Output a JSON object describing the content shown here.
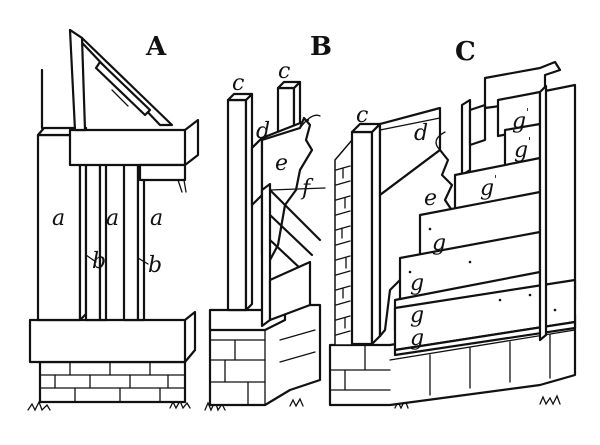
{
  "panels": {
    "a": {
      "title": "A",
      "labels": {
        "a1": "a",
        "a2": "a",
        "a3": "a",
        "b1": "b",
        "b2": "b"
      }
    },
    "b": {
      "title": "B",
      "labels": {
        "c1": "c",
        "c2": "c",
        "d": "d",
        "e": "e",
        "f": "f"
      }
    },
    "c": {
      "title": "C",
      "labels": {
        "c": "c",
        "d": "d",
        "e": "e",
        "g1": "g",
        "g2": "g",
        "g3": "g",
        "g4": "g",
        "g5": "g",
        "g6": "g",
        "g7": "g"
      },
      "primes": {
        "p1": "'",
        "p2": "'",
        "p3": "'"
      }
    }
  }
}
